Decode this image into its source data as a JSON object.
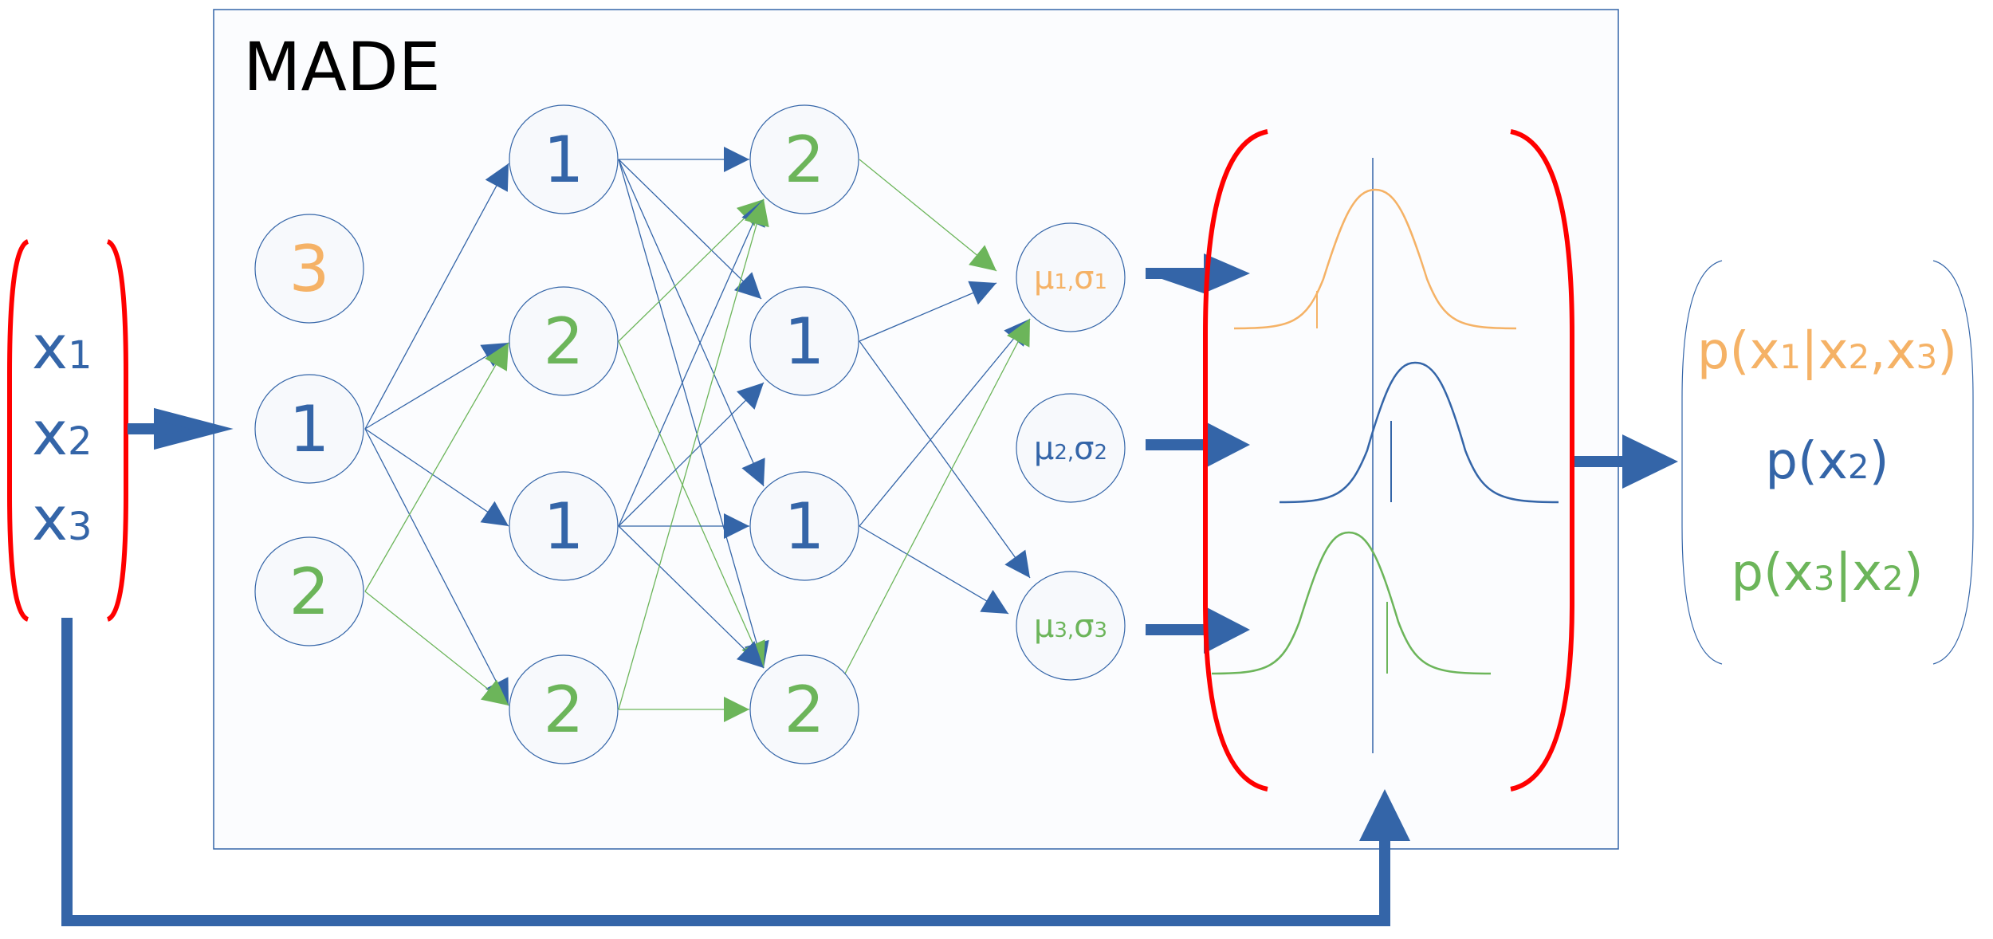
{
  "title": "MADE",
  "inputs": [
    {
      "base": "x",
      "sub": "1"
    },
    {
      "base": "x",
      "sub": "2"
    },
    {
      "base": "x",
      "sub": "3"
    }
  ],
  "network": {
    "input_layer": [
      {
        "label": "3",
        "color": "#f5b266"
      },
      {
        "label": "1",
        "color": "#3465a8"
      },
      {
        "label": "2",
        "color": "#6cb55a"
      }
    ],
    "hidden_layer_1": [
      {
        "label": "1",
        "color": "#3465a8"
      },
      {
        "label": "2",
        "color": "#6cb55a"
      },
      {
        "label": "1",
        "color": "#3465a8"
      },
      {
        "label": "2",
        "color": "#6cb55a"
      }
    ],
    "hidden_layer_2": [
      {
        "label": "2",
        "color": "#6cb55a"
      },
      {
        "label": "1",
        "color": "#3465a8"
      },
      {
        "label": "1",
        "color": "#3465a8"
      },
      {
        "label": "2",
        "color": "#6cb55a"
      }
    ],
    "output_layer": [
      {
        "mu": "μ",
        "sep": ",",
        "sigma": "σ",
        "sub": "1",
        "color": "#f5b266"
      },
      {
        "mu": "μ",
        "sep": ",",
        "sigma": "σ",
        "sub": "2",
        "color": "#3465a8"
      },
      {
        "mu": "μ",
        "sep": ",",
        "sigma": "σ",
        "sub": "3",
        "color": "#6cb55a"
      }
    ]
  },
  "outputs": {
    "line1": {
      "p": "p(",
      "a": "x",
      "a_sub": "1",
      "bar": "|",
      "b": "x",
      "b_sub": "2",
      "comma": ",",
      "c": "x",
      "c_sub": "3",
      "close": ")",
      "color": "#f5b266"
    },
    "line2": {
      "p": "p(",
      "a": "x",
      "a_sub": "2",
      "close": ")",
      "color": "#3465a8"
    },
    "line3": {
      "p": "p(",
      "a": "x",
      "a_sub": "3",
      "bar": "|",
      "b": "x",
      "b_sub": "2",
      "close": ")",
      "color": "#6cb55a"
    }
  },
  "colors": {
    "blue": "#3465a8",
    "orange": "#f5b266",
    "green": "#6cb55a",
    "red": "#ff0000",
    "node_fill": "#f7f9fc"
  }
}
